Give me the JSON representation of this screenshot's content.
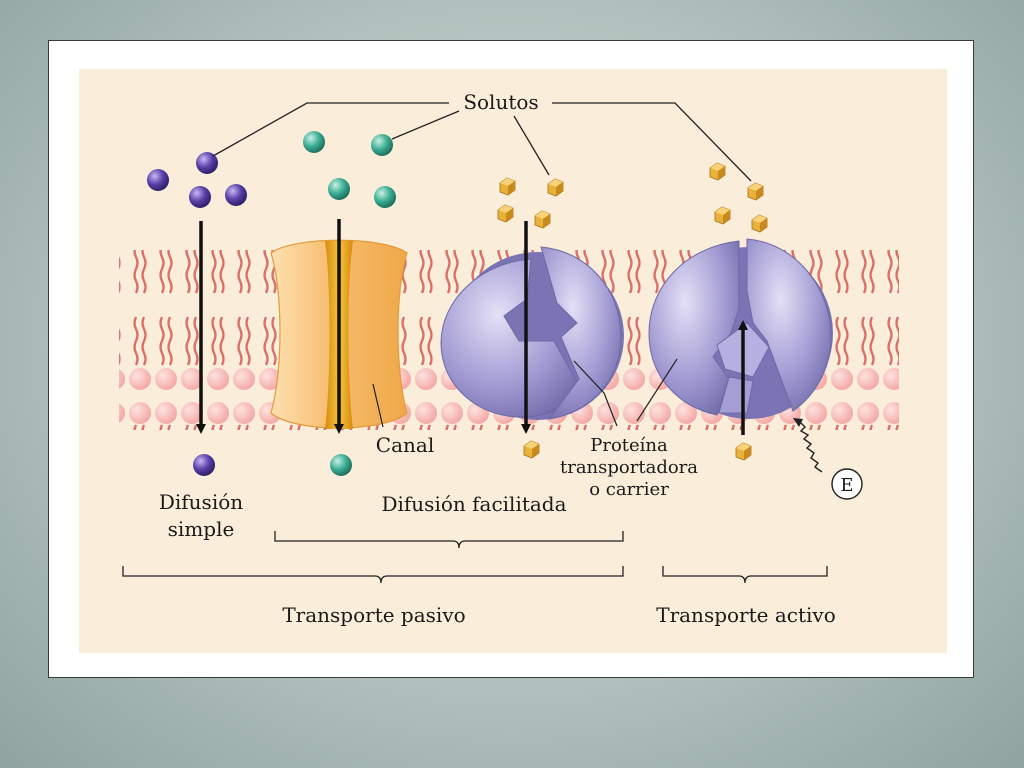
{
  "labels": {
    "solutes": "Solutos",
    "channel": "Canal",
    "carrier_line1": "Proteína",
    "carrier_line2": "transportadora",
    "carrier_line3": "o carrier",
    "simple_line1": "Difusión",
    "simple_line2": "simple",
    "facilitated": "Difusión facilitada",
    "passive": "Transporte pasivo",
    "active": "Transporte activo",
    "energy": "E"
  },
  "colors": {
    "background": "#faedd9",
    "phospholipid_head": "#f7b4b1",
    "phospholipid_tail": "#d9706a",
    "channel_protein": "#f6bd6e",
    "channel_core": "#e9a315",
    "carrier_protein": "#9f98cf",
    "solute_simple": "#5a3fa8",
    "solute_channel": "#3cae94",
    "solute_carrier": "#e0a62e",
    "arrow": "#111111"
  }
}
